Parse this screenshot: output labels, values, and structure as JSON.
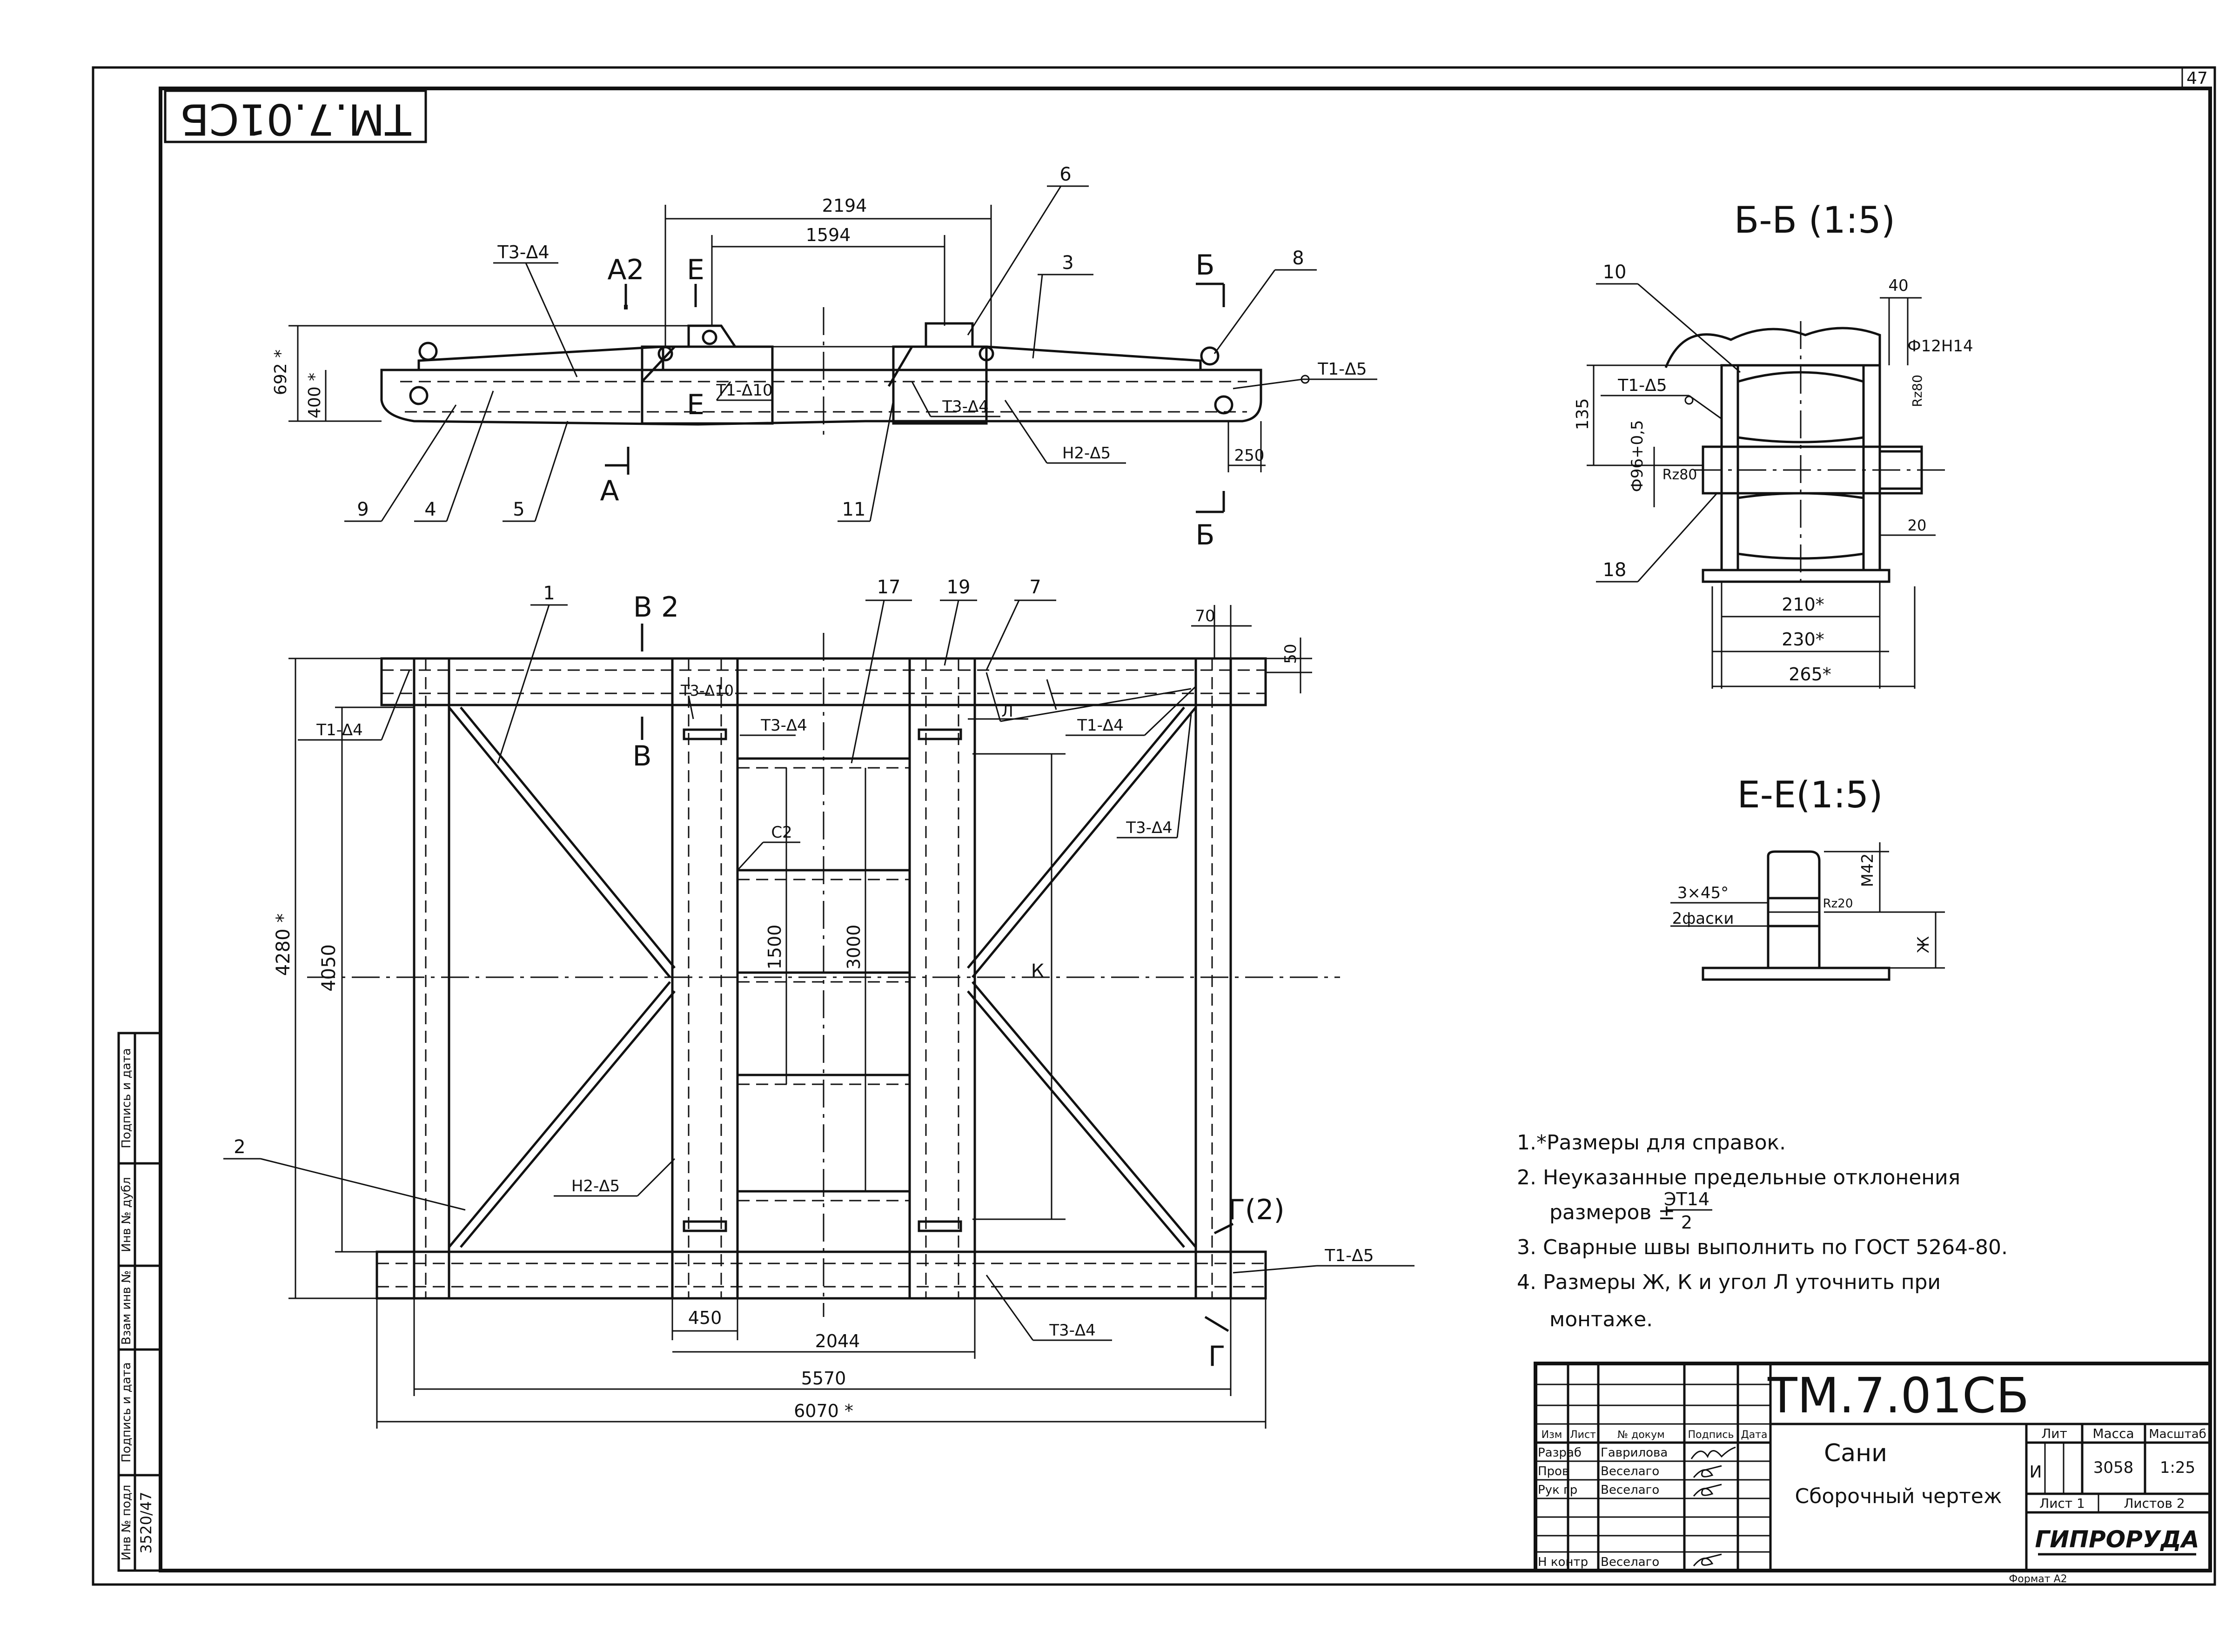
{
  "sheet": {
    "code_rotated": "ТМ.7.01СБ",
    "sheet_no": "47",
    "format": "Формат А2"
  },
  "side_view": {
    "dims": [
      "2194",
      "1594",
      "692 *",
      "400 *",
      "250"
    ],
    "welds": [
      "Т3-Δ4",
      "Т1-Δ10",
      "Т3-Δ4",
      "Н2-Δ5",
      "Т1-Δ5"
    ],
    "sections": [
      "А2",
      "Е",
      "Е",
      "А",
      "Б",
      "Б"
    ],
    "parts": [
      "6",
      "3",
      "8",
      "9",
      "4",
      "5",
      "11"
    ]
  },
  "plan_view": {
    "dims": [
      "70",
      "50",
      "4280 *",
      "4050",
      "1500",
      "3000",
      "450",
      "2044",
      "5570",
      "6070 *"
    ],
    "welds": [
      "Т3-Δ10",
      "Т3-Δ4",
      "Т1-Δ4",
      "Т1-Δ4",
      "Т3-Δ4",
      "Н2-Δ5",
      "Т1-Δ5",
      "Т3-Δ4"
    ],
    "letters": [
      "Л",
      "С2",
      "К"
    ],
    "sections": [
      "В 2",
      "В",
      "Г(2)",
      "Г"
    ],
    "parts": [
      "1",
      "17",
      "19",
      "7",
      "2"
    ]
  },
  "section_bb": {
    "title": "Б-Б (1:5)",
    "dims": [
      "40",
      "Ф12Н14",
      "135",
      "Ф96+0,5",
      "Rz80",
      "Rz80",
      "20",
      "210*",
      "230*",
      "265*"
    ],
    "weld": "Т1-Δ5",
    "parts": [
      "10",
      "18"
    ]
  },
  "section_ee": {
    "title": "Е-Е(1:5)",
    "labels": [
      "3×45°",
      "2фаски",
      "М42",
      "Rz20",
      "Ж"
    ]
  },
  "notes": [
    "1.*Размеры для справок.",
    "2. Неуказанные предельные отклонения",
    "размеров ±",
    "3. Сварные швы выполнить по ГОСТ 5264-80.",
    "4. Размеры Ж, К и угол Л уточнить при",
    "монтаже."
  ],
  "tolerance": {
    "num": "ЭТ14",
    "den": "2"
  },
  "title_block": {
    "code": "ТМ.7.01СБ",
    "name": "Сани",
    "doc_type": "Сборочный чертеж",
    "head": [
      "Изм",
      "Лист",
      "№ докум",
      "Подпись",
      "Дата"
    ],
    "rows": [
      {
        "role": "Разраб",
        "person": "Гаврилова"
      },
      {
        "role": "Пров",
        "person": "Веселаго"
      },
      {
        "role": "Рук гр",
        "person": "Веселаго"
      },
      {
        "role": "Н контр",
        "person": "Веселаго"
      }
    ],
    "lit_label": "Лит",
    "mass_label": "Масса",
    "scale_label": "Масштаб",
    "lit_value": "И",
    "mass_value": "3058",
    "scale_value": "1:25",
    "sheet": "Лист 1",
    "sheets": "Листов 2",
    "company": "ГИПРОРУДА"
  },
  "side_stamp": {
    "labels": [
      "Инв № подл",
      "Подпись и дата",
      "Взам инв №",
      "Инв № дубл",
      "Подпись и дата"
    ],
    "inv_value": "3520/47"
  }
}
